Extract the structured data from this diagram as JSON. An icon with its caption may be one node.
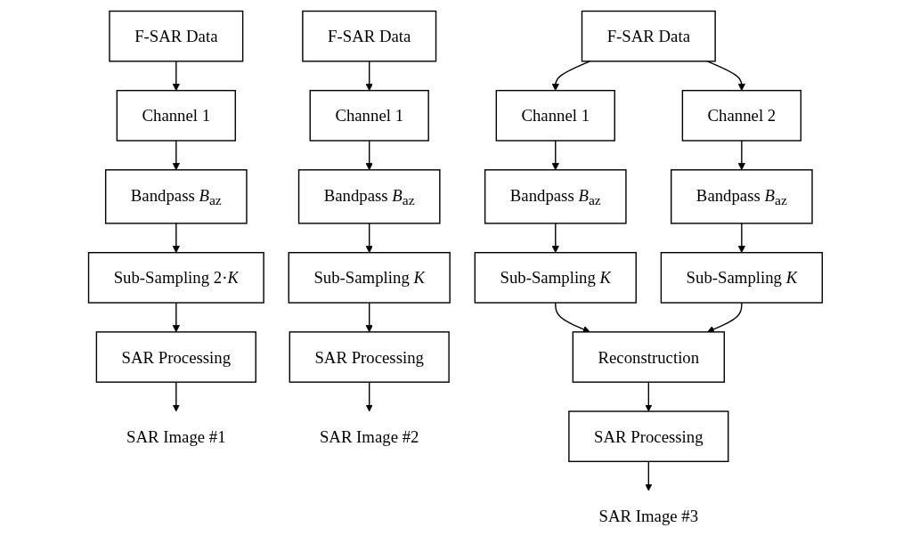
{
  "diagram": {
    "nodes": [
      {
        "text": [
          "F-SAR Data"
        ]
      },
      {
        "text": [
          "Channel 1"
        ]
      },
      {
        "text": [
          "Bandpass *B*$_{az}$"
        ]
      },
      {
        "text": [
          "Sub-Sampling 2·*K*"
        ]
      },
      {
        "text": [
          "SAR Processing"
        ]
      },
      {
        "text": [
          "SAR Image #1"
        ]
      },
      {
        "text": [
          "F-SAR Data"
        ]
      },
      {
        "text": [
          "Channel 1"
        ]
      },
      {
        "text": [
          "Bandpass *B*$_{az}$"
        ]
      },
      {
        "text": [
          "Sub-Sampling *K*"
        ]
      },
      {
        "text": [
          "SAR Processing"
        ]
      },
      {
        "text": [
          "SAR Image #2"
        ]
      },
      {
        "text": [
          "F-SAR Data"
        ]
      },
      {
        "text": [
          "Channel 1"
        ]
      },
      {
        "text": [
          "Channel 2"
        ]
      },
      {
        "text": [
          "Bandpass *B*$_{az}$"
        ]
      },
      {
        "text": [
          "Bandpass *B*$_{az}$"
        ]
      },
      {
        "text": [
          "Sub-Sampling *K*"
        ]
      },
      {
        "text": [
          "Sub-Sampling *K*"
        ]
      },
      {
        "text": [
          "Reconstruction"
        ]
      },
      {
        "text": [
          "SAR Processing"
        ]
      },
      {
        "text": [
          "SAR Image #3"
        ]
      }
    ],
    "edges": [
      {
        "from": 0,
        "to": 1,
        "arrow": "to"
      },
      {
        "from": 1,
        "to": 2,
        "arrow": "to"
      },
      {
        "from": 2,
        "to": 3,
        "arrow": "to"
      },
      {
        "from": 3,
        "to": 4,
        "arrow": "to"
      },
      {
        "from": 4,
        "to": 5,
        "arrow": "to"
      },
      {
        "from": 6,
        "to": 7,
        "arrow": "to"
      },
      {
        "from": 7,
        "to": 8,
        "arrow": "to"
      },
      {
        "from": 8,
        "to": 9,
        "arrow": "to"
      },
      {
        "from": 9,
        "to": 10,
        "arrow": "to"
      },
      {
        "from": 10,
        "to": 11,
        "arrow": "to"
      },
      {
        "from": 12,
        "to": 13,
        "arrow": "to"
      },
      {
        "from": 12,
        "to": 14,
        "arrow": "to"
      },
      {
        "from": 13,
        "to": 15,
        "arrow": "to"
      },
      {
        "from": 14,
        "to": 16,
        "arrow": "to"
      },
      {
        "from": 15,
        "to": 17,
        "arrow": "to"
      },
      {
        "from": 16,
        "to": 18,
        "arrow": "to"
      },
      {
        "from": 17,
        "to": 19,
        "arrow": "to"
      },
      {
        "from": 18,
        "to": 19,
        "arrow": "to"
      },
      {
        "from": 19,
        "to": 20,
        "arrow": "to"
      },
      {
        "from": 20,
        "to": 21,
        "arrow": "to"
      }
    ]
  }
}
